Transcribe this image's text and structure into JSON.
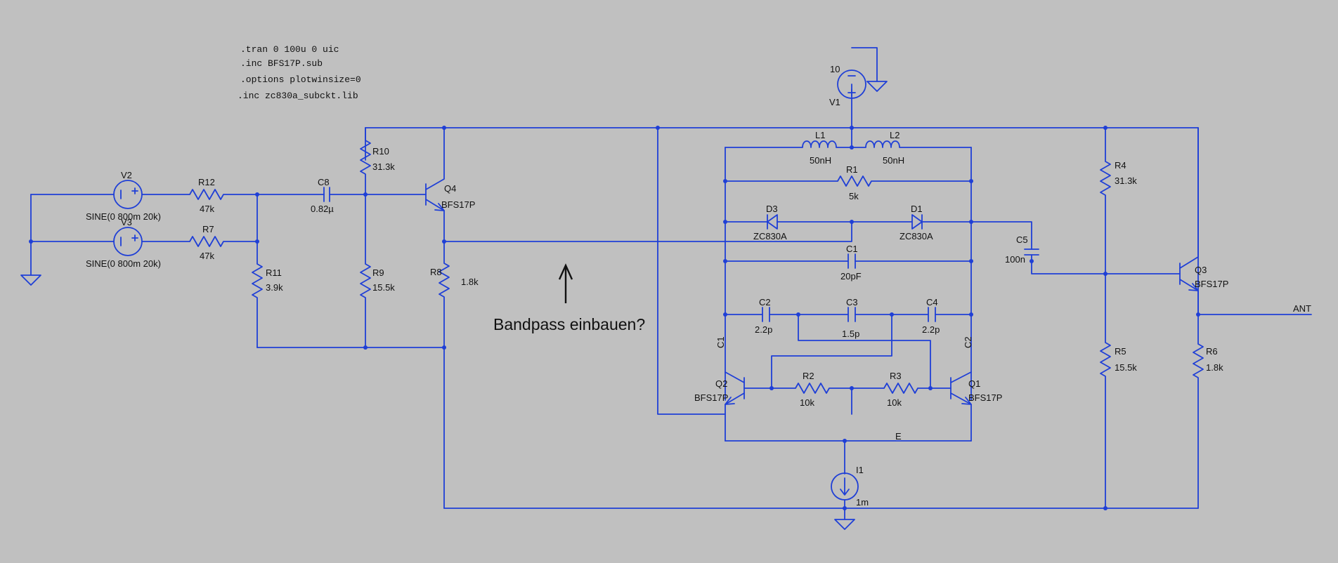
{
  "directives": [
    ".tran 0 100u 0 uic",
    ".inc BFS17P.sub",
    ".options plotwinsize=0",
    ".inc zc830a_subckt.lib"
  ],
  "annotation": "Bandpass einbauen?",
  "sources": {
    "V1": {
      "name": "V1",
      "value": "10"
    },
    "V2": {
      "name": "V2",
      "value": "SINE(0 800m 20k)"
    },
    "V3": {
      "name": "V3",
      "value": "SINE(0 800m 20k)"
    },
    "I1": {
      "name": "I1",
      "value": "1m"
    }
  },
  "resistors": {
    "R1": {
      "name": "R1",
      "value": "5k"
    },
    "R2": {
      "name": "R2",
      "value": "10k"
    },
    "R3": {
      "name": "R3",
      "value": "10k"
    },
    "R4": {
      "name": "R4",
      "value": "31.3k"
    },
    "R5": {
      "name": "R5",
      "value": "15.5k"
    },
    "R6": {
      "name": "R6",
      "value": "1.8k"
    },
    "R7": {
      "name": "R7",
      "value": "47k"
    },
    "R8": {
      "name": "R8",
      "value": "1.8k"
    },
    "R9": {
      "name": "R9",
      "value": "15.5k"
    },
    "R10": {
      "name": "R10",
      "value": "31.3k"
    },
    "R11": {
      "name": "R11",
      "value": "3.9k"
    },
    "R12": {
      "name": "R12",
      "value": "47k"
    }
  },
  "capacitors": {
    "C1": {
      "name": "C1",
      "value": "20pF"
    },
    "C2": {
      "name": "C2",
      "value": "2.2p"
    },
    "C3": {
      "name": "C3",
      "value": "1.5p"
    },
    "C4": {
      "name": "C4",
      "value": "2.2p"
    },
    "C5": {
      "name": "C5",
      "value": "100n"
    },
    "C8": {
      "name": "C8",
      "value": "0.82µ"
    }
  },
  "inductors": {
    "L1": {
      "name": "L1",
      "value": "50nH"
    },
    "L2": {
      "name": "L2",
      "value": "50nH"
    }
  },
  "diodes": {
    "D1": {
      "name": "D1",
      "value": "ZC830A"
    },
    "D3": {
      "name": "D3",
      "value": "ZC830A"
    }
  },
  "transistors": {
    "Q1": {
      "name": "Q1",
      "value": "BFS17P"
    },
    "Q2": {
      "name": "Q2",
      "value": "BFS17P"
    },
    "Q3": {
      "name": "Q3",
      "value": "BFS17P"
    },
    "Q4": {
      "name": "Q4",
      "value": "BFS17P"
    }
  },
  "net_labels": {
    "C1": "C1",
    "C2": "C2",
    "E": "E",
    "ANT": "ANT"
  },
  "colors": {
    "wire": "#1f3fd6",
    "background": "#c0c0c0",
    "text": "#111111"
  }
}
